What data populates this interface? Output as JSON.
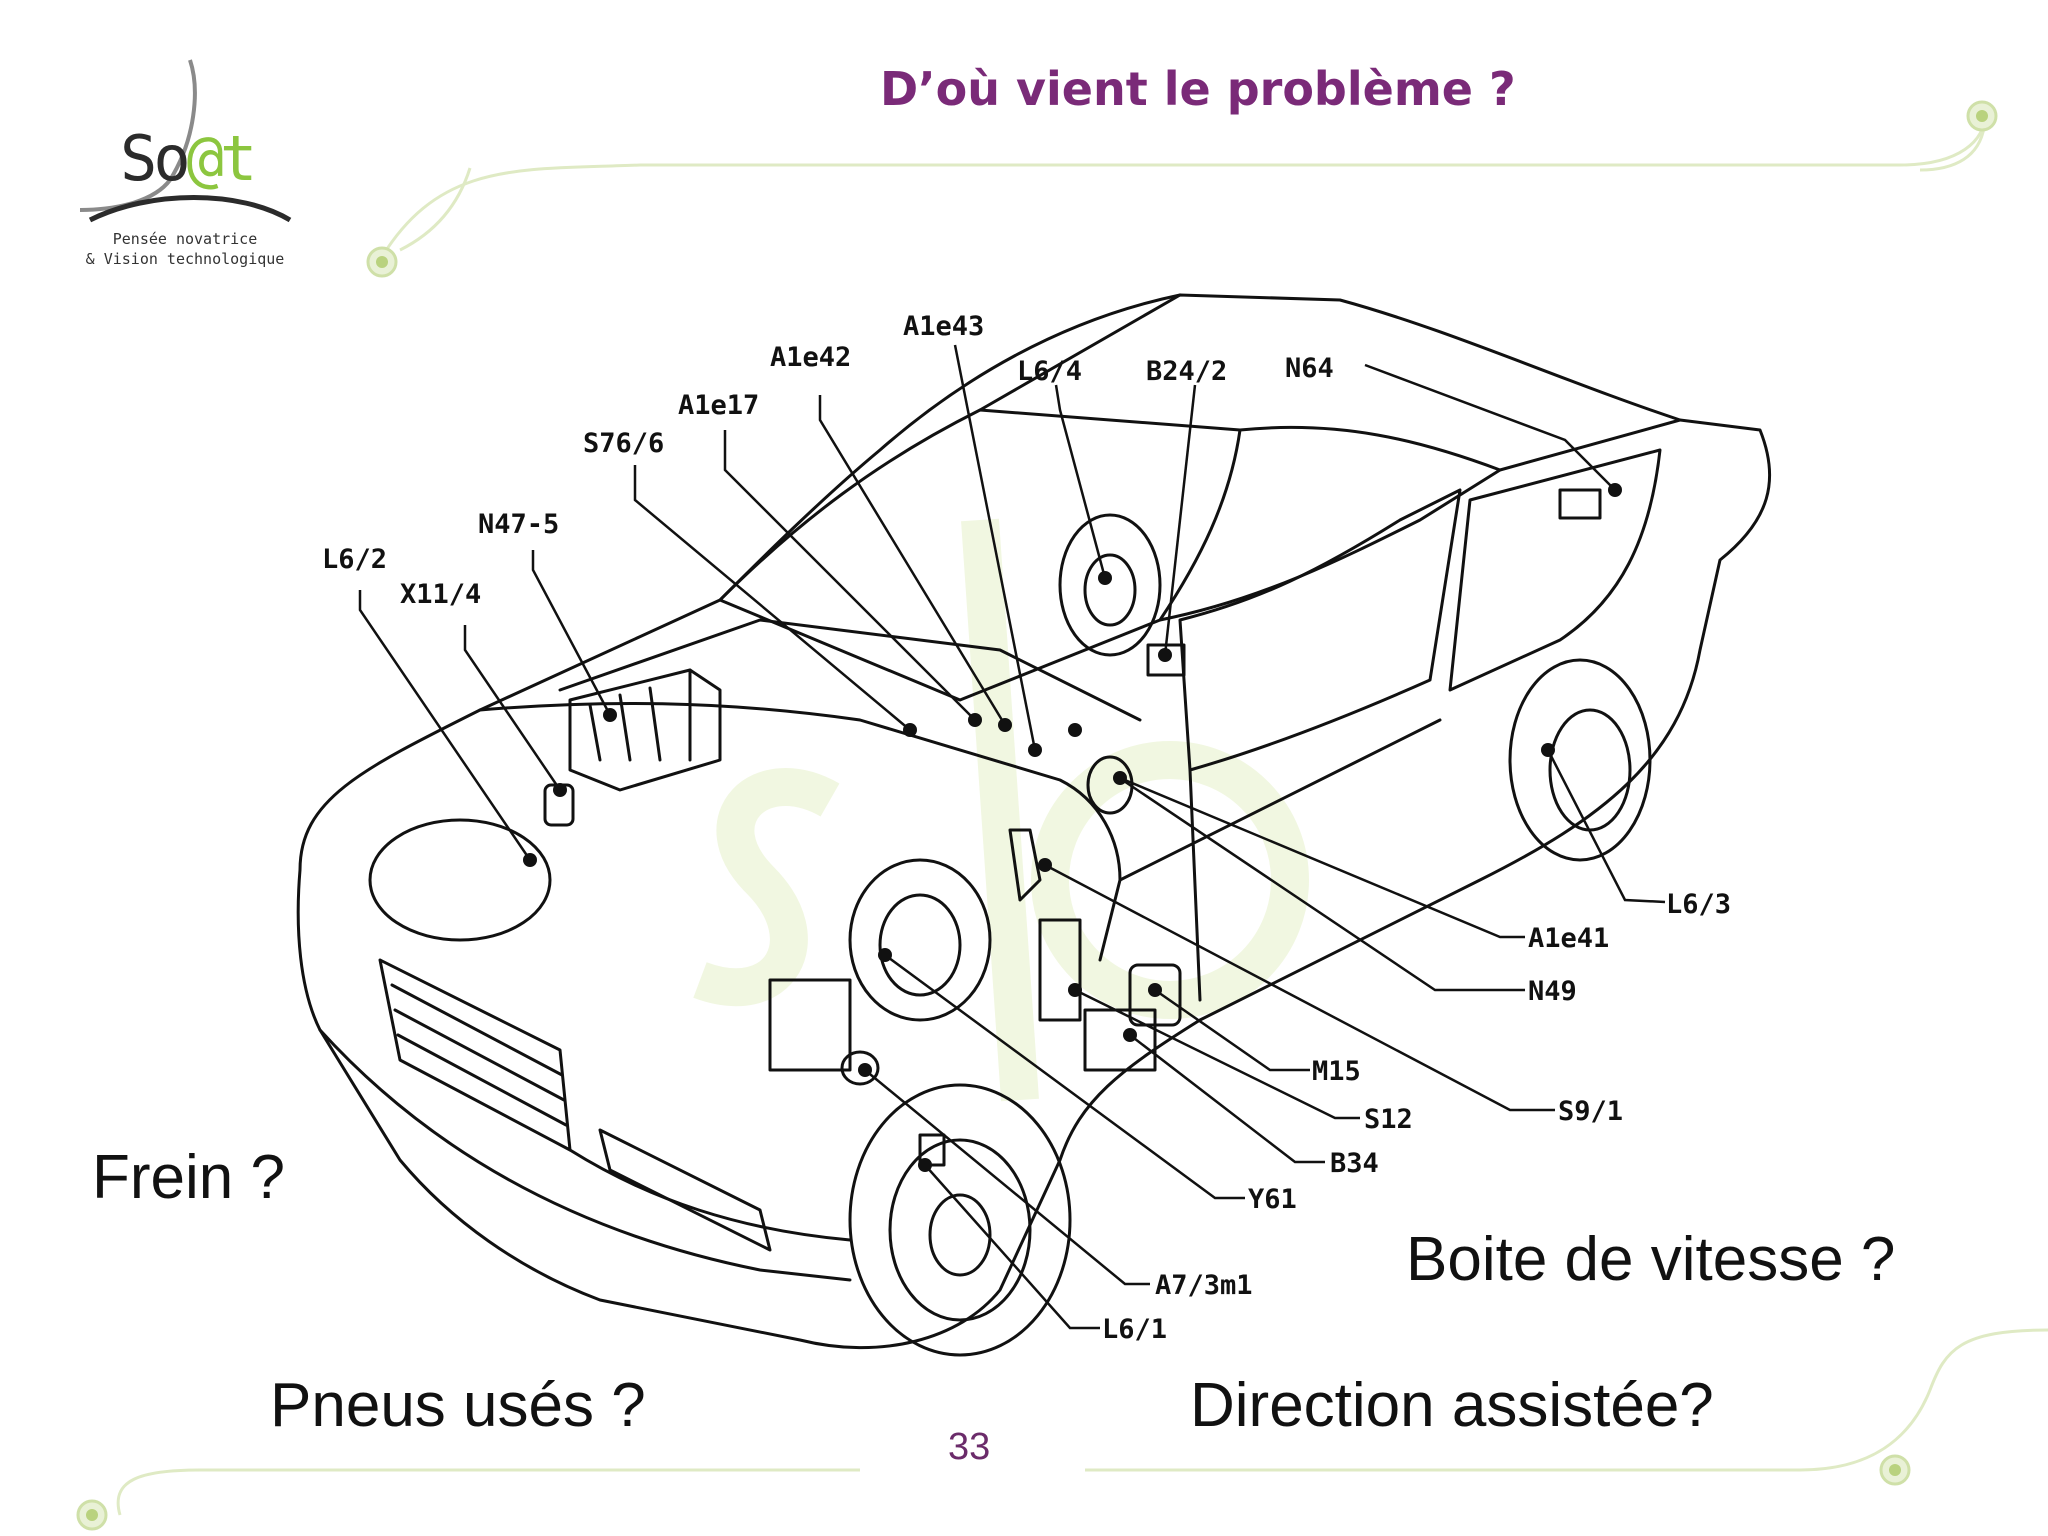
{
  "slide": {
    "title": "D’où vient le problème ?",
    "page_number": "33"
  },
  "logo": {
    "wordmark_left": "So",
    "wordmark_at": "@t",
    "tagline_1": "Pensée novatrice",
    "tagline_2": "& Vision technologique",
    "accent_color": "#8cc63f"
  },
  "questions": {
    "frein": "Frein ?",
    "boite": "Boite de vitesse ?",
    "pneus": "Pneus usés ?",
    "direction": "Direction assistée?"
  },
  "diagram": {
    "subject": "car-component-locations",
    "labels": {
      "l6_2": "L6/2",
      "x11_4": "X11/4",
      "n47_5": "N47-5",
      "s76_6": "S76/6",
      "a1e17": "A1e17",
      "a1e42": "A1e42",
      "a1e43": "A1e43",
      "l6_4": "L6/4",
      "b24_2": "B24/2",
      "n64": "N64",
      "l6_3": "L6/3",
      "a1e41": "A1e41",
      "n49": "N49",
      "m15": "M15",
      "s9_1": "S9/1",
      "s12": "S12",
      "b34": "B34",
      "y61": "Y61",
      "a7_3m1": "A7/3m1",
      "l6_1": "L6/1"
    }
  },
  "colors": {
    "title": "#7a2a78",
    "page_number": "#6b2b6a",
    "decor_green": "#c8dca0"
  }
}
